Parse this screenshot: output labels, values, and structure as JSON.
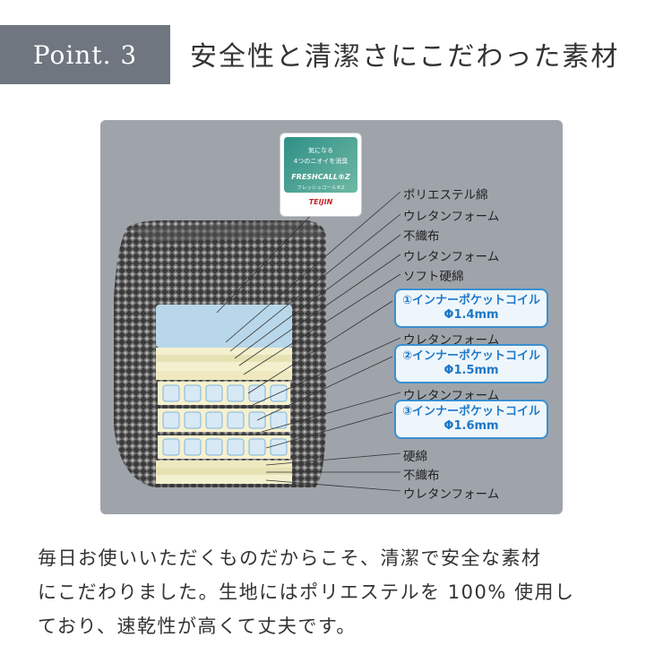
{
  "header": {
    "point_label": "Point. 3",
    "title": "安全性と清潔さにこだわった素材"
  },
  "badge": {
    "line1": "気になる",
    "line2": "4つのニオイを消臭",
    "brand": "FRESHCALL®Z",
    "sub": "フレッシュコール®Z",
    "maker": "TEIJIN"
  },
  "layers": {
    "l1": "ポリエステル綿",
    "l2": "ウレタンフォーム",
    "l3": "不織布",
    "l4": "ウレタンフォーム",
    "l5": "ソフト硬綿",
    "coil1_name": "①インナーポケットコイル",
    "coil1_size": "Φ1.4mm",
    "l6": "ウレタンフォーム",
    "coil2_name": "②インナーポケットコイル",
    "coil2_size": "Φ1.5mm",
    "l7": "ウレタンフォーム",
    "coil3_name": "③インナーポケットコイル",
    "coil3_size": "Φ1.6mm",
    "l8": "硬綿",
    "l9": "不織布",
    "l10": "ウレタンフォーム"
  },
  "colors": {
    "badge_bg": "#6f7680",
    "panel_bg": "#9fa4ab",
    "coil_accent": "#1e78c8"
  },
  "description": {
    "line1": "毎日お使いいただくものだからこそ、清潔で安全な素材",
    "line2": "にこだわりました。生地にはポリエステルを 100% 使用し",
    "line3": "ており、速乾性が高くて丈夫です。"
  }
}
